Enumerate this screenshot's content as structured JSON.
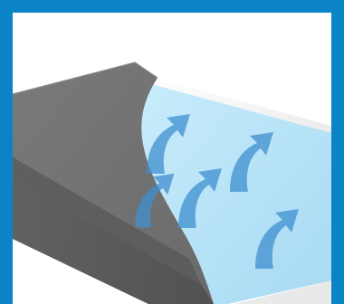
{
  "frame": {
    "border_color": "#0a84c6",
    "background_color": "#ffffff"
  },
  "illustration": {
    "subject": "mattress-cross-section-airflow",
    "top_layer_color": "#6f6f6f",
    "side_layer_color": "#5b5b5b",
    "cooling_layer_color": "#bfe6f8",
    "base_foam_color": "#f2f2f2",
    "arrow_color": "#3f8fcf",
    "arrow_count": 5,
    "arrow_icon": "upward-curved-arrow"
  }
}
